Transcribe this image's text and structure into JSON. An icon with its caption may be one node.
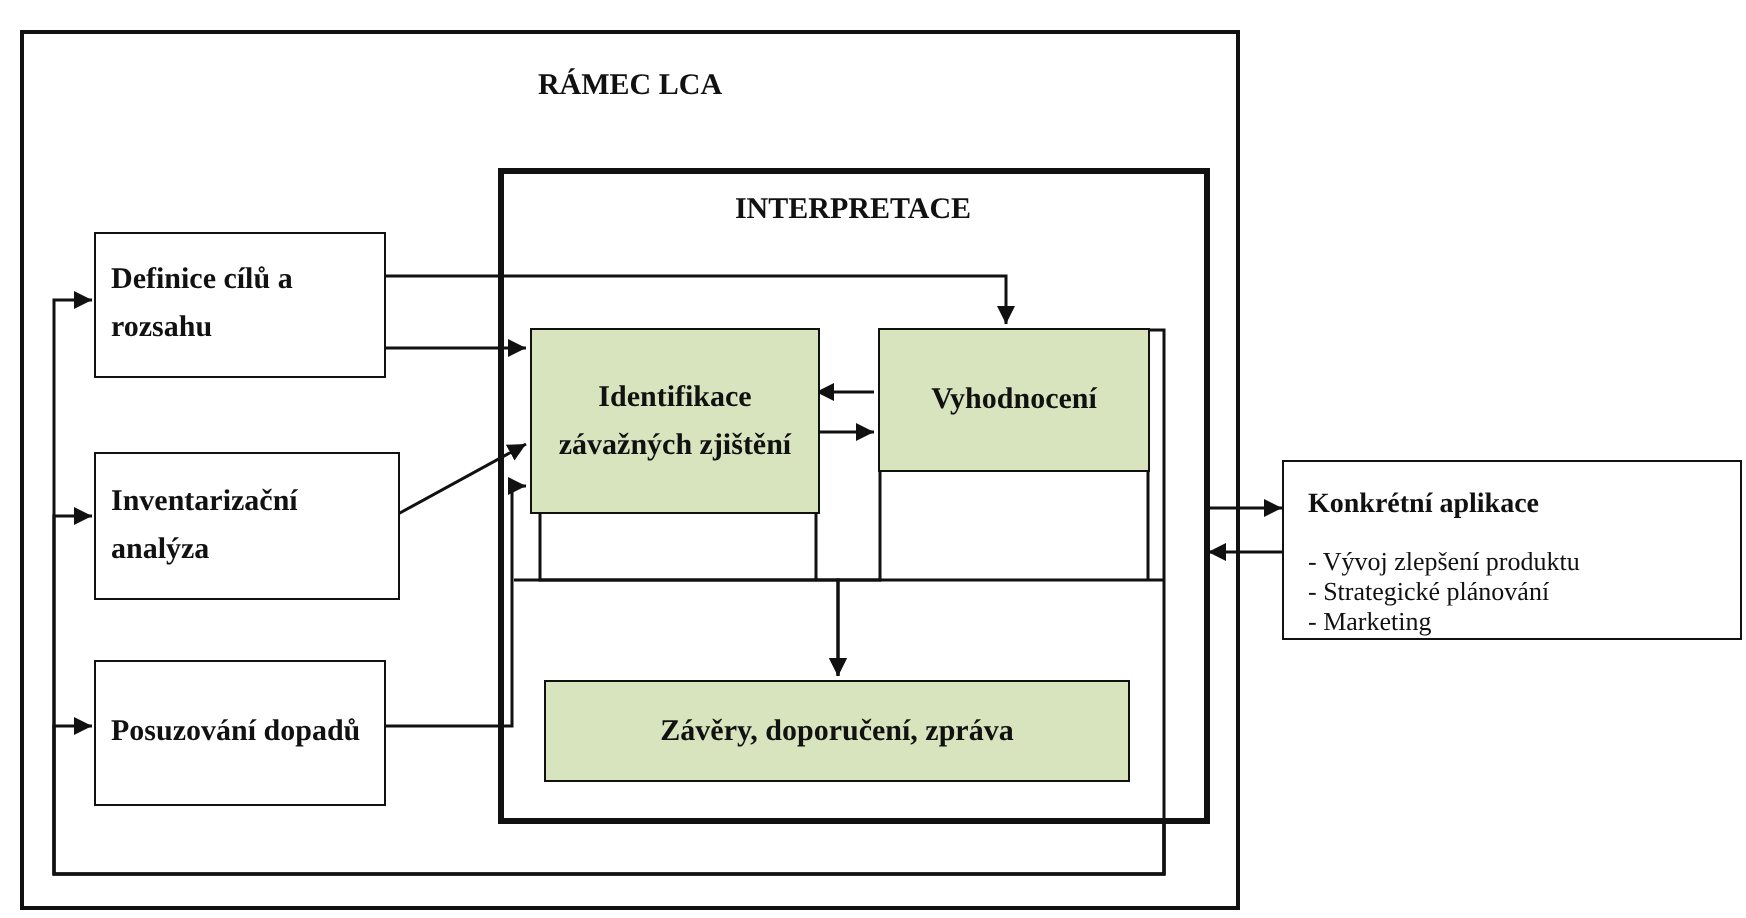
{
  "diagram": {
    "nodes": [
      {
        "text": [
          "RÁMEC LCA"
        ]
      },
      {
        "text": [
          "INTERPRETACE"
        ],
        "in": 0
      },
      {
        "text": [
          "Definice cílů a rozsahu"
        ],
        "in": 0
      },
      {
        "text": [
          "Identifikace závažných zjištění"
        ],
        "in": 1
      },
      {
        "text": [
          "Vyhodnocení"
        ],
        "in": 1
      },
      {
        "text": [
          "Inventarizační analýza"
        ],
        "in": 0
      },
      {
        "text": [
          "Posuzování dopadů"
        ],
        "in": 0
      },
      {
        "text": [
          "Závěry, doporučení, zpráva"
        ],
        "in": 1
      },
      {
        "text": [
          "Konkrétní aplikace",
          "- Vývoj zlepšení produktu",
          "- Strategické plánování",
          "- Marketing"
        ]
      }
    ],
    "edges": [
      {
        "from": 2,
        "to": 4,
        "arrow": "to"
      },
      {
        "from": 2,
        "to": 3,
        "arrow": "to"
      },
      {
        "from": 5,
        "to": 3,
        "arrow": "to"
      },
      {
        "from": 6,
        "to": 3,
        "arrow": "to"
      },
      {
        "from": 4,
        "to": 3,
        "arrow": "to"
      },
      {
        "from": 3,
        "to": 4,
        "arrow": "to"
      },
      {
        "from": 3,
        "to": 7,
        "arrow": "to"
      },
      {
        "from": 4,
        "to": 7,
        "arrow": "to"
      },
      {
        "from": 1,
        "to": 2,
        "arrow": "to"
      },
      {
        "from": 1,
        "to": 5,
        "arrow": "to"
      },
      {
        "from": 1,
        "to": 6,
        "arrow": "to"
      },
      {
        "from": 1,
        "to": 8,
        "arrow": "to"
      },
      {
        "from": 8,
        "to": 1,
        "arrow": "to"
      }
    ]
  }
}
